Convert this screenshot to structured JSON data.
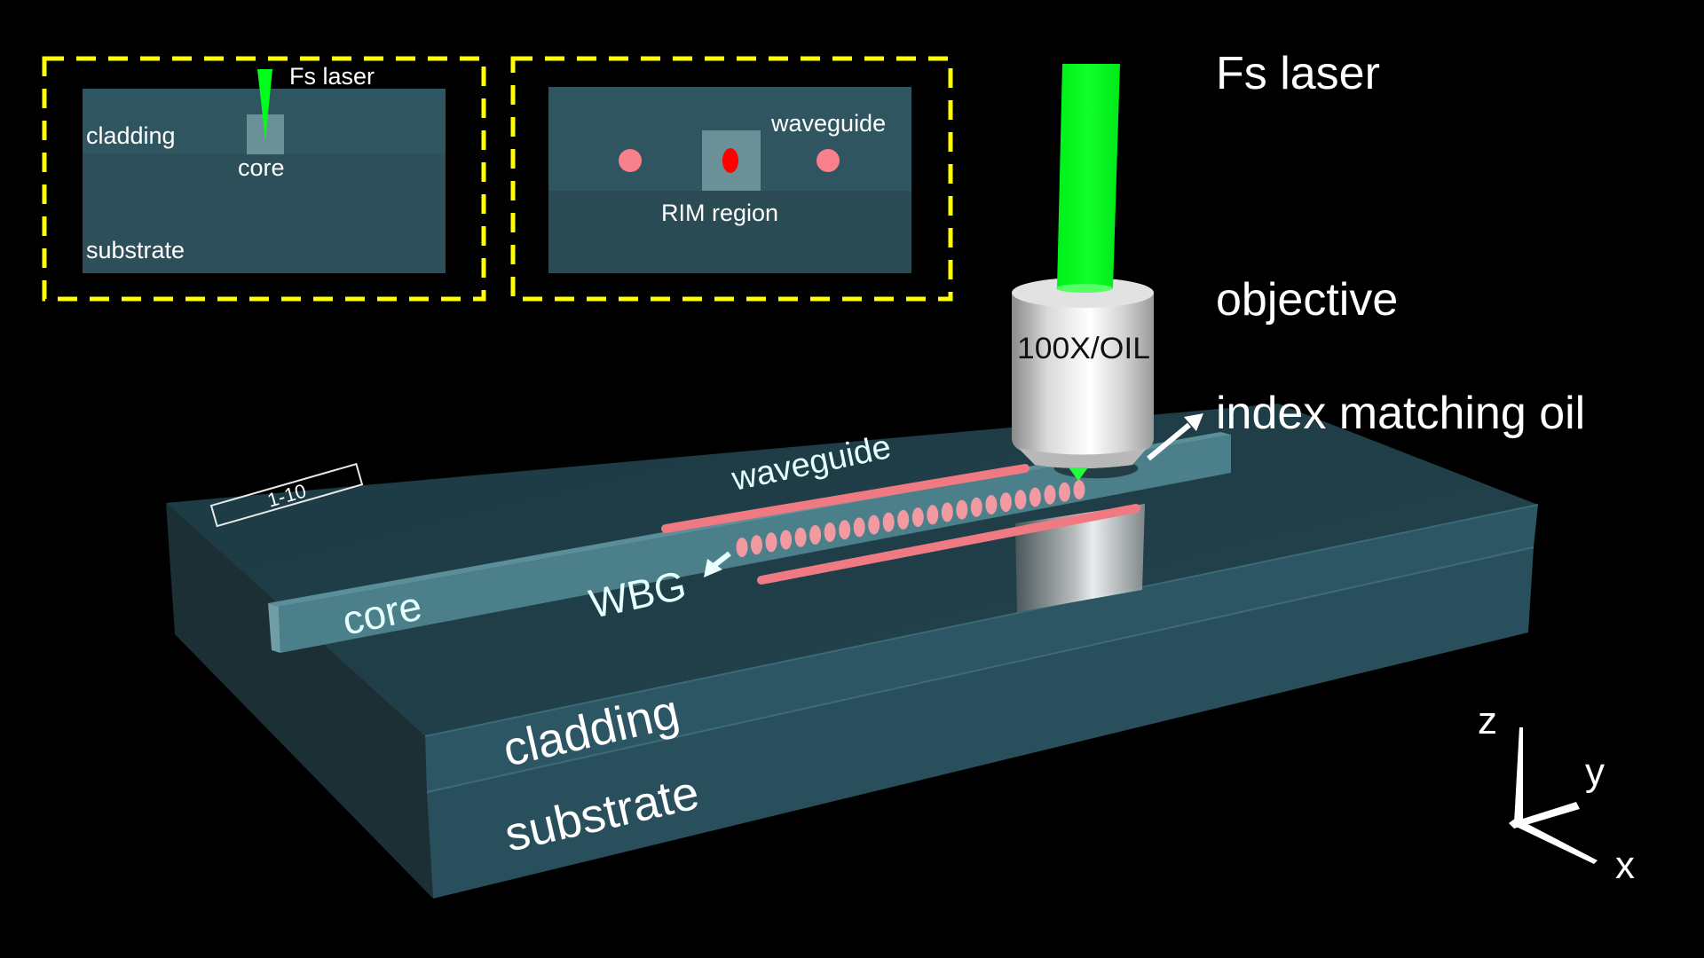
{
  "colors": {
    "background": "#000000",
    "inset_border": "#ffff00",
    "inset_panel": "#2d4f59",
    "core_light": "#6a9198",
    "laser_green": "#00ff1a",
    "waveguide_pink": "#f07a82",
    "rim_red": "#ff0000",
    "slab_top": "#1f3c45",
    "slab_front": "#2a5360",
    "core_strip": "#4b7f8a",
    "label": "#ffffff"
  },
  "inset_left": {
    "laser_label": "Fs laser",
    "cladding_label": "cladding",
    "core_label": "core",
    "substrate_label": "substrate"
  },
  "inset_right": {
    "waveguide_label": "waveguide",
    "rim_label": "RIM region"
  },
  "labels": {
    "fs_laser": "Fs laser",
    "objective": "objective",
    "index_oil": "index matching oil",
    "objective_marking": "100X/OIL",
    "waveguide": "waveguide",
    "wbg": "WBG",
    "core": "core",
    "cladding": "cladding",
    "substrate": "substrate",
    "sample_tag": "1-10"
  },
  "wbg": {
    "dot_count": 24
  },
  "axes": {
    "z": "z",
    "y": "y",
    "x": "x"
  }
}
